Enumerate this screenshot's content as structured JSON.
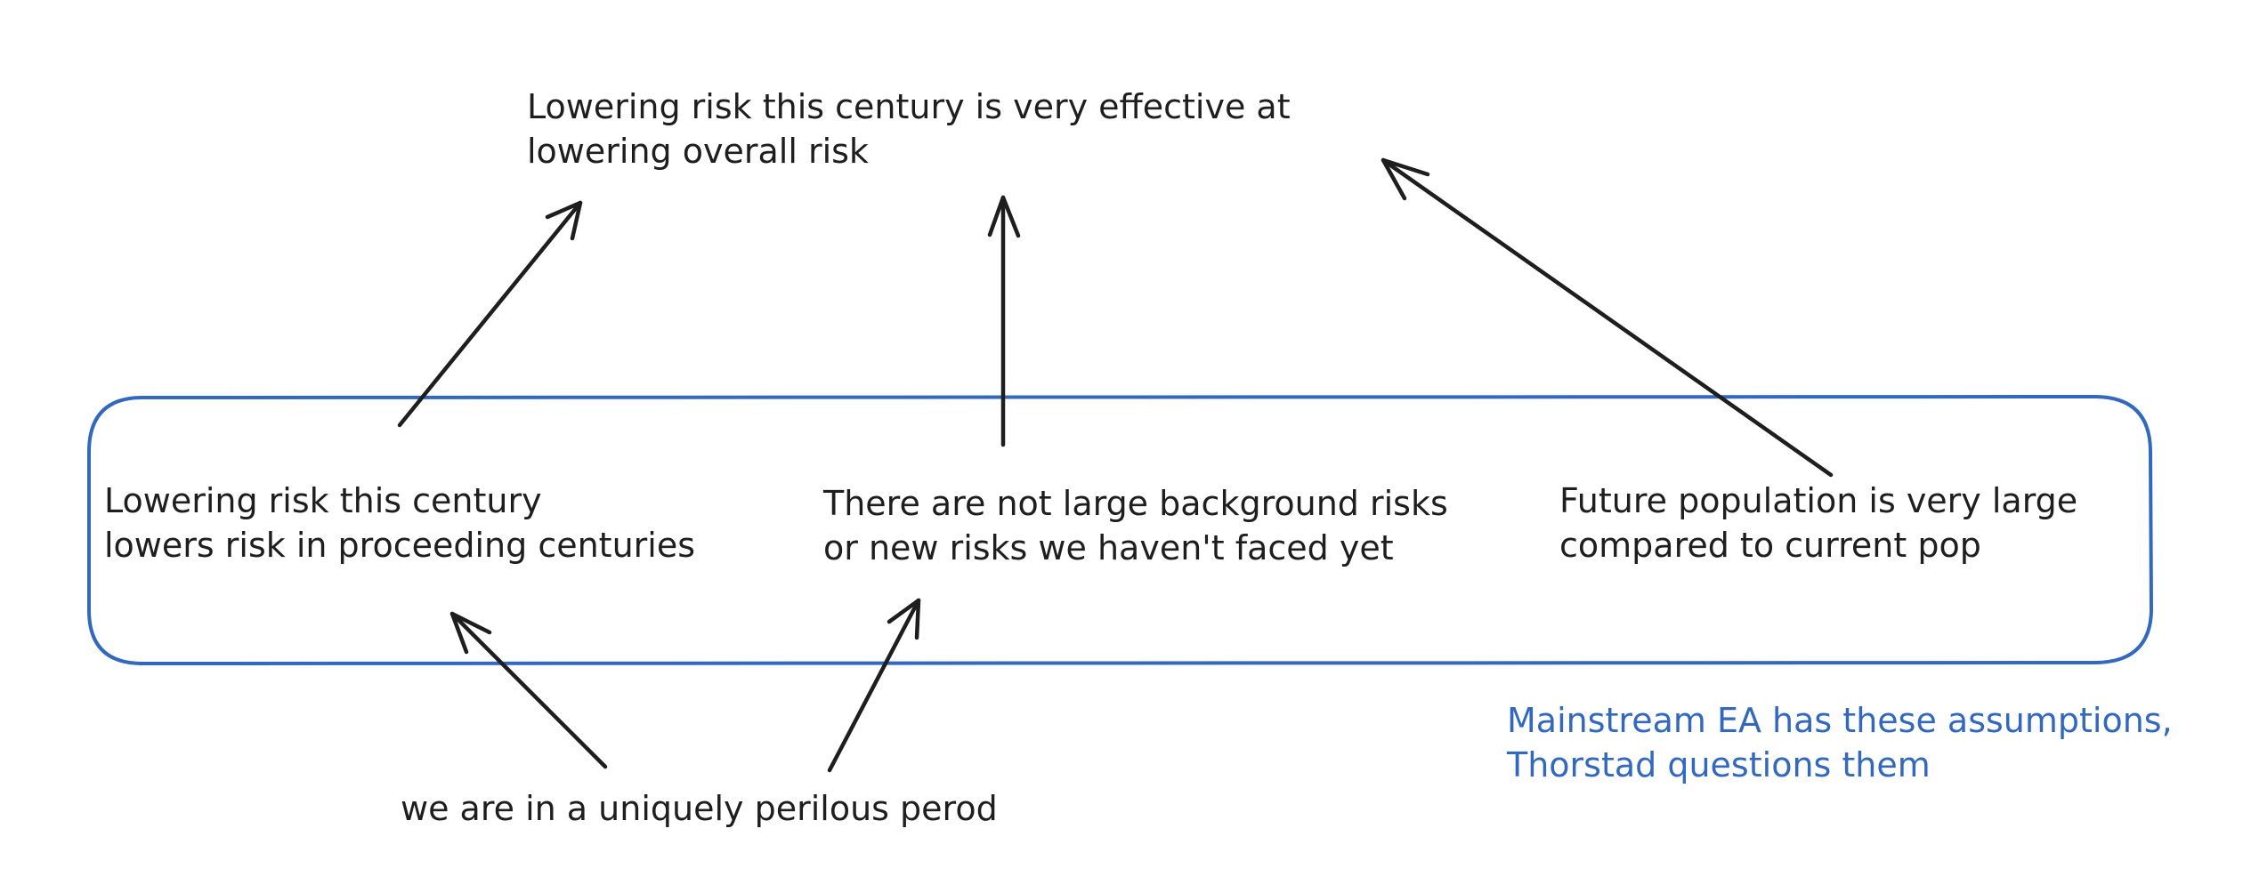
{
  "colors": {
    "ink": "#1e1e1e",
    "accent": "#3268bd",
    "background": "#ffffff"
  },
  "nodes": {
    "top_claim": {
      "lines": [
        "Lowering risk this century is very effective at",
        "lowering overall risk"
      ]
    },
    "assumption_persistence": {
      "lines": [
        "Lowering risk this century",
        "lowers risk in proceeding centuries"
      ]
    },
    "assumption_no_background_risk": {
      "lines": [
        "There are not large background risks",
        "or new risks we haven't faced yet"
      ]
    },
    "assumption_large_future": {
      "lines": [
        "Future population is very large",
        "compared to current pop"
      ]
    },
    "perilous_period": {
      "lines": [
        "we are in a uniquely perilous perod"
      ]
    }
  },
  "annotation": {
    "lines": [
      "Mainstream EA has these assumptions,",
      "Thorstad questions them"
    ]
  },
  "edges": [
    {
      "from": "assumption_persistence",
      "to": "top_claim"
    },
    {
      "from": "assumption_no_background_risk",
      "to": "top_claim"
    },
    {
      "from": "assumption_large_future",
      "to": "top_claim"
    },
    {
      "from": "perilous_period",
      "to": "assumption_persistence"
    },
    {
      "from": "perilous_period",
      "to": "assumption_no_background_risk"
    }
  ],
  "group": {
    "members": [
      "assumption_persistence",
      "assumption_no_background_risk",
      "assumption_large_future"
    ]
  }
}
